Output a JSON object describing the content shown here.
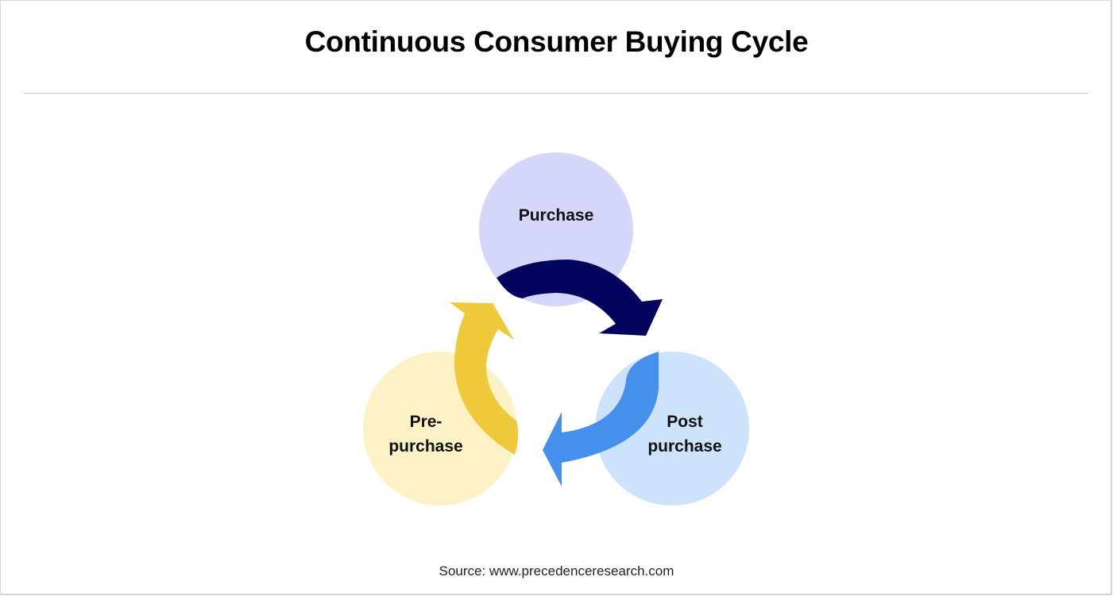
{
  "title": "Continuous Consumer Buying Cycle",
  "source": "Source: www.precedenceresearch.com",
  "colors": {
    "purchase_circle": "#d4d7fa",
    "post_purchase_circle": "#cce3fb",
    "pre_purchase_circle": "#fdf2c6",
    "arrow_purchase_to_post": "#03045e",
    "arrow_post_to_pre": "#4590ec",
    "arrow_pre_to_purchase": "#f0c93a",
    "divider": "#c8c8c8"
  },
  "stages": [
    {
      "id": "purchase",
      "label_lines": [
        "Purchase"
      ]
    },
    {
      "id": "post-purchase",
      "label_lines": [
        "Post",
        "purchase"
      ]
    },
    {
      "id": "pre-purchase",
      "label_lines": [
        "Pre-",
        "purchase"
      ]
    }
  ],
  "flow": [
    {
      "from": "Purchase",
      "to": "Post purchase",
      "arrow": "navy"
    },
    {
      "from": "Post purchase",
      "to": "Pre-purchase",
      "arrow": "blue"
    },
    {
      "from": "Pre-purchase",
      "to": "Purchase",
      "arrow": "yellow"
    }
  ]
}
